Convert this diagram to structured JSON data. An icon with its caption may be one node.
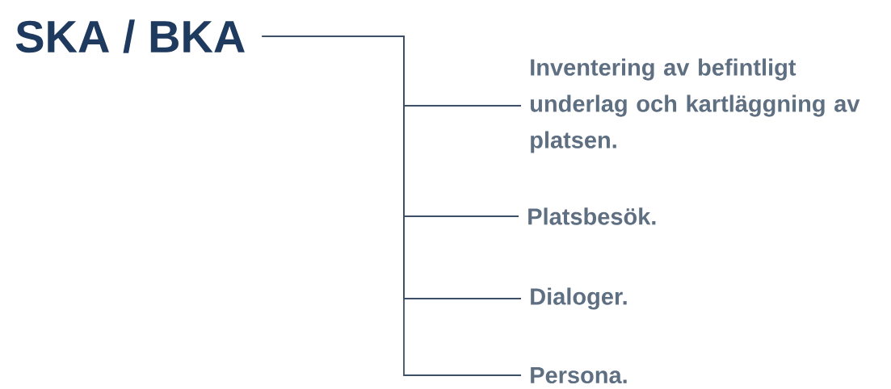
{
  "diagram": {
    "nodes": [
      {
        "text": [
          "SKA / BKA"
        ]
      },
      {
        "text": [
          "Inventering av befintligt underlag och kartläggning av platsen."
        ]
      },
      {
        "text": [
          "Platsbesök."
        ]
      },
      {
        "text": [
          "Dialoger."
        ]
      },
      {
        "text": [
          "Persona."
        ]
      }
    ],
    "edges": [
      {
        "from": 0,
        "to": 1,
        "arrow": "none"
      },
      {
        "from": 0,
        "to": 2,
        "arrow": "none"
      },
      {
        "from": 0,
        "to": 3,
        "arrow": "none"
      },
      {
        "from": 0,
        "to": 4,
        "arrow": "none"
      }
    ]
  }
}
